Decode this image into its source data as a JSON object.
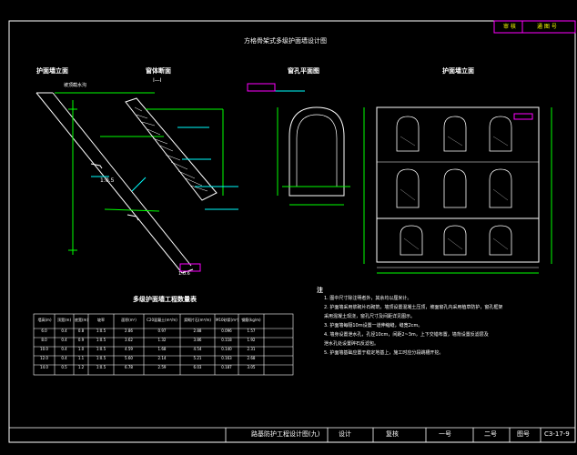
{
  "corner_box": {
    "left": "审 核",
    "right": "通 图 号"
  },
  "drawing_title": "方格骨架式多级护面墙设计图",
  "sections": {
    "elevation_side": "护面墙立面",
    "cross_section": "窗体断面",
    "cross_section_sub": "I—I",
    "window_plan": "窗孔平面图",
    "elevation_front": "护面墙立面"
  },
  "side_labels": {
    "slope": "1:0.5",
    "top_note": "坡顶截水沟",
    "middle": "1:0.6"
  },
  "table": {
    "title": "多级护面墙工程数量表",
    "headers": [
      "墙高(m)",
      "顶宽(m)",
      "底宽(m)",
      "坡率",
      "面积(m²)",
      "C20混凝土(m³/m)",
      "浆砌片石(m³/m)",
      "M10砂浆(m³)",
      "钢筋(kg/m)"
    ],
    "rows": [
      [
        "6.0",
        "0.4",
        "0.8",
        "1:0.5",
        "2.86",
        "0.97",
        "2.88",
        "0.096",
        "1.57"
      ],
      [
        "8.0",
        "0.4",
        "0.9",
        "1:0.5",
        "3.62",
        "1.32",
        "3.86",
        "0.118",
        "1.92"
      ],
      [
        "10.0",
        "0.4",
        "1.0",
        "1:0.5",
        "4.59",
        "1.68",
        "4.54",
        "0.140",
        "2.31"
      ],
      [
        "12.0",
        "0.4",
        "1.1",
        "1:0.5",
        "5.60",
        "2.14",
        "5.21",
        "0.163",
        "2.68"
      ],
      [
        "14.0",
        "0.5",
        "1.2",
        "1:0.5",
        "6.78",
        "2.59",
        "6.03",
        "0.187",
        "3.05"
      ]
    ]
  },
  "notes": {
    "heading": "注",
    "lines": [
      "1. 图中尺寸除注明者外，其余均以厘米计。",
      "2. 护面墙采用浆砌片石砌筑，墙顶设置混凝土压顶，坡面窗孔内采用植草防护，窗孔框架",
      "   采用混凝土现浇，窗孔尺寸及间距详见图示。",
      "3. 护面墙每隔10m设置一道伸缩缝，缝宽2cm。",
      "4. 墙身设置泄水孔，孔径10cm，间距2~3m，上下交错布置，墙背设置反滤层及",
      "   泄水孔处设置碎石反滤包。",
      "5. 护面墙基础应置于稳定地基上，施工时应分段跳槽开挖。"
    ]
  },
  "title_block": {
    "name": "路基防护工程设计图(九)",
    "design": "设计",
    "review": "复核",
    "sheet_a": "一号",
    "sheet_b": "二号",
    "drawing_no_label": "图号",
    "drawing_no": "C3-17-9"
  },
  "colors": {
    "background": "#000000",
    "frame": "#ffffff",
    "dimension": "#00ff00",
    "hatch": "#ffffff",
    "accent": "#ff00ff",
    "text": "#ffffff",
    "leader": "#00ffff",
    "title_yellow": "#ffff00"
  }
}
